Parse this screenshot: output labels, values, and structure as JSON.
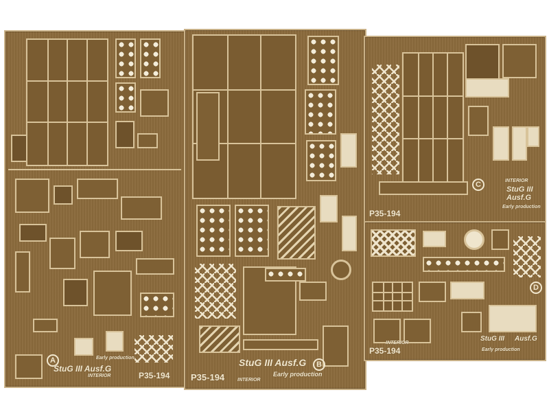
{
  "frets": {
    "a": {
      "letter": "A",
      "model": "StuG III Ausf.G",
      "note1": "Early production",
      "note2": "INTERIOR",
      "code": "P35-194"
    },
    "b": {
      "letter": "B",
      "code": "P35-194",
      "note2": "INTERIOR",
      "model": "StuG III Ausf.G",
      "note1": "Early production"
    },
    "c": {
      "letter": "C",
      "note2": "INTERIOR",
      "model": "StuG III",
      "model2": "Ausf.G",
      "note1": "Early production",
      "code": "P35-194"
    },
    "d": {
      "letter": "D",
      "note2": "INTERIOR",
      "code": "P35-194",
      "model": "StuG III",
      "model2": "Ausf.G",
      "note1": "Early production"
    }
  },
  "colors": {
    "brass": "#8a6a3c",
    "etch_edge": "#d8c39a",
    "engraving": "#f2e8cf"
  }
}
